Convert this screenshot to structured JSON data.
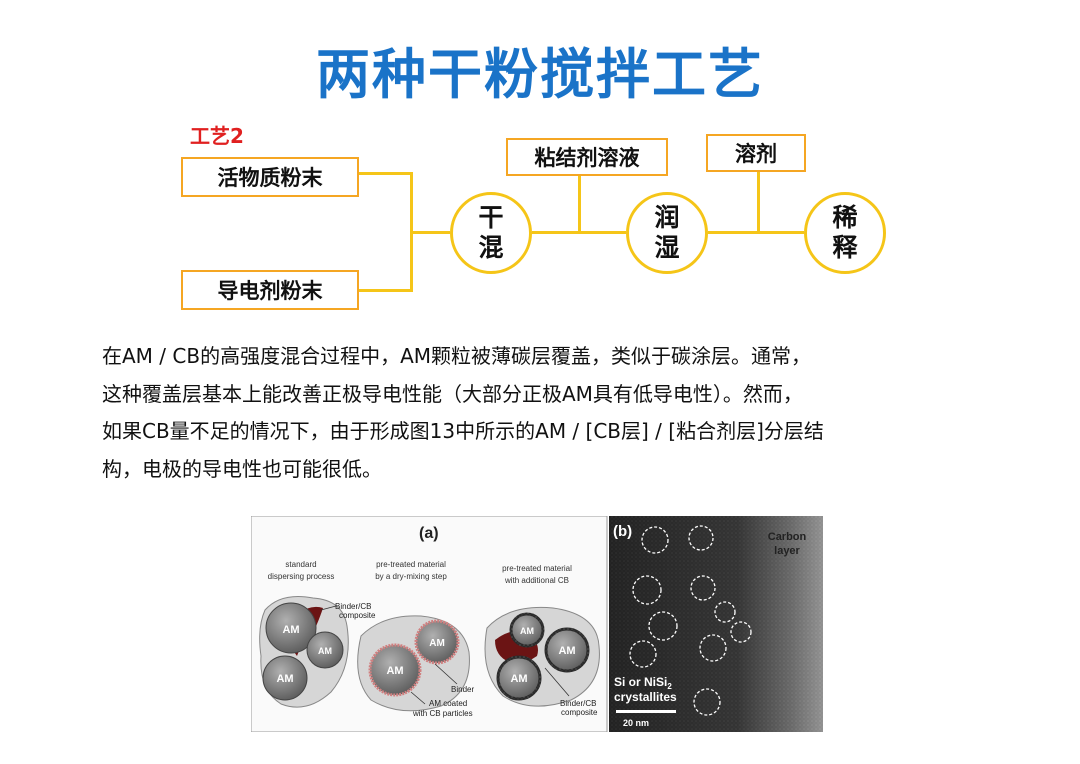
{
  "page": {
    "title": "两种干粉搅拌工艺",
    "process_label": "工艺2"
  },
  "flow": {
    "input1": "活物质粉末",
    "input2": "导电剂粉末",
    "binder": "粘结剂溶液",
    "solvent": "溶剂",
    "step1": [
      "干",
      "混"
    ],
    "step2": [
      "润",
      "湿"
    ],
    "step3": [
      "稀",
      "释"
    ]
  },
  "paragraph": [
    "在AM / CB的高强度混合过程中，AM颗粒被薄碳层覆盖，类似于碳涂层。通常，",
    "这种覆盖层基本上能改善正极导电性能（大部分正极AM具有低导电性）。然而，",
    "如果CB量不足的情况下，由于形成图13中所示的AM / [CB层] / [粘合剂层]分层结",
    "构，电极的导电性也可能很低。"
  ],
  "figure": {
    "panel_a": {
      "label": "(a)",
      "col1": [
        "standard",
        "dispersing process"
      ],
      "col2": [
        "pre-treated material",
        "by a dry-mixing step"
      ],
      "col3": [
        "pre-treated material",
        "with additional CB"
      ],
      "am": "AM",
      "binder_cb": [
        "Binder/CB",
        "composite"
      ],
      "binder": "Binder",
      "am_coated": [
        "AM coated",
        "with CB particles"
      ],
      "binder_cb_2": [
        "Binder/CB",
        "composite"
      ]
    },
    "panel_b": {
      "label": "(b)",
      "carbon": [
        "Carbon",
        "layer"
      ],
      "si": "Si or NiSi",
      "si_sub": "2",
      "cryst": "crystallites",
      "scale": "20 nm"
    }
  }
}
